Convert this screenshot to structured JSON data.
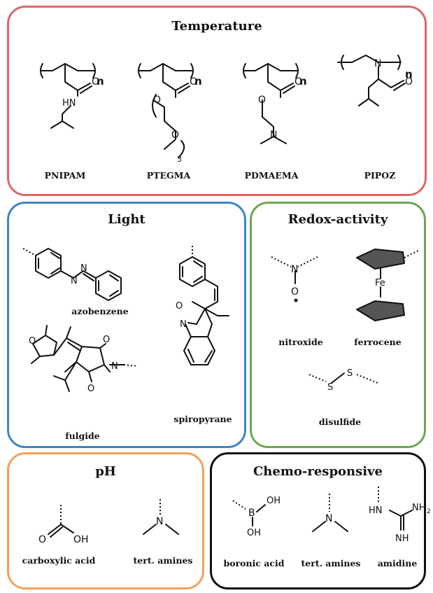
{
  "colors": {
    "temperature_border": "#e06666",
    "light_border": "#3d85c6",
    "redox_border": "#6aa84f",
    "ph_border": "#f6a05a",
    "chemo_border": "#111111"
  },
  "panels": {
    "temperature": {
      "title": "Temperature",
      "labels": {
        "pnipam": "PNIPAM",
        "ptegma": "PTEGMA",
        "pdmaema": "PDMAEMA",
        "pipoz": "PIPOZ"
      }
    },
    "light": {
      "title": "Light",
      "labels": {
        "azobenzene": "azobenzene",
        "fulgide": "fulgide",
        "spiropyrane": "spiropyrane"
      }
    },
    "redox": {
      "title": "Redox-activity",
      "labels": {
        "nitroxide": "nitroxide",
        "ferrocene": "ferrocene",
        "disulfide": "disulfide"
      }
    },
    "ph": {
      "title": "pH",
      "labels": {
        "carboxylic_acid": "carboxylic acid",
        "tert_amines": "tert. amines"
      }
    },
    "chemo": {
      "title": "Chemo-responsive",
      "labels": {
        "boronic_acid": "boronic acid",
        "tert_amines": "tert. amines",
        "amidine": "amidine"
      }
    }
  },
  "atoms": {
    "n": "n",
    "N": "N",
    "O": "O",
    "HN": "HN",
    "Fe": "Fe",
    "S": "S",
    "OH": "OH",
    "B": "B",
    "NH": "NH",
    "NH2": "NH",
    "sub2": "2",
    "sub3": "3"
  }
}
